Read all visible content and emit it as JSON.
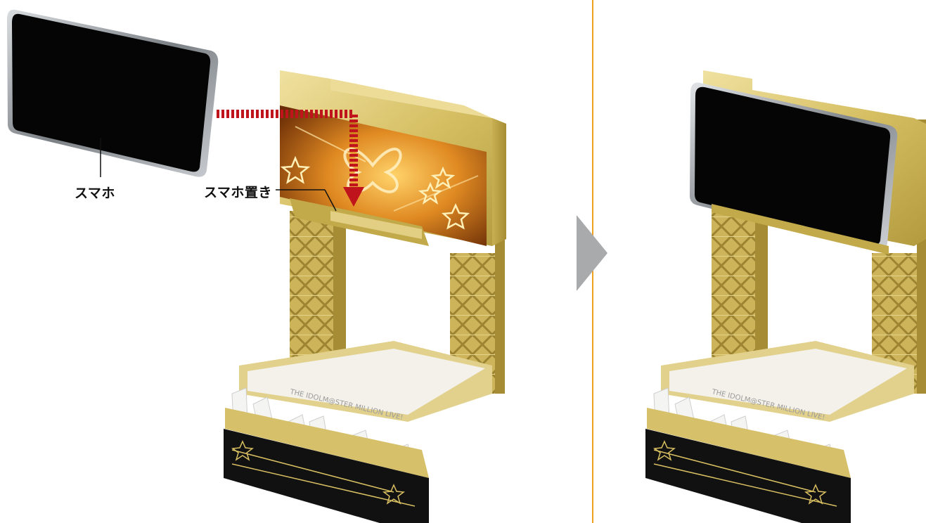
{
  "callouts": {
    "phone_label": "スマホ",
    "holder_label": "スマホ置き"
  },
  "stand_text": {
    "banner_text": "THE IDOLM@STER MILLION LIVE!"
  },
  "icons": [
    "smartphone-icon",
    "phone-stand-icon",
    "dotted-arrow-icon",
    "next-step-arrow-icon",
    "butterfly-logo-icon",
    "star-icon"
  ],
  "colors": {
    "gold": "#d9c36a",
    "gold_dark": "#b39a3e",
    "phone_black": "#050505",
    "phone_frame": "#9aa0a6",
    "arrow_red": "#c0141c",
    "divider_orange": "#f0a020",
    "next_arrow_gray": "#a9aaac"
  }
}
